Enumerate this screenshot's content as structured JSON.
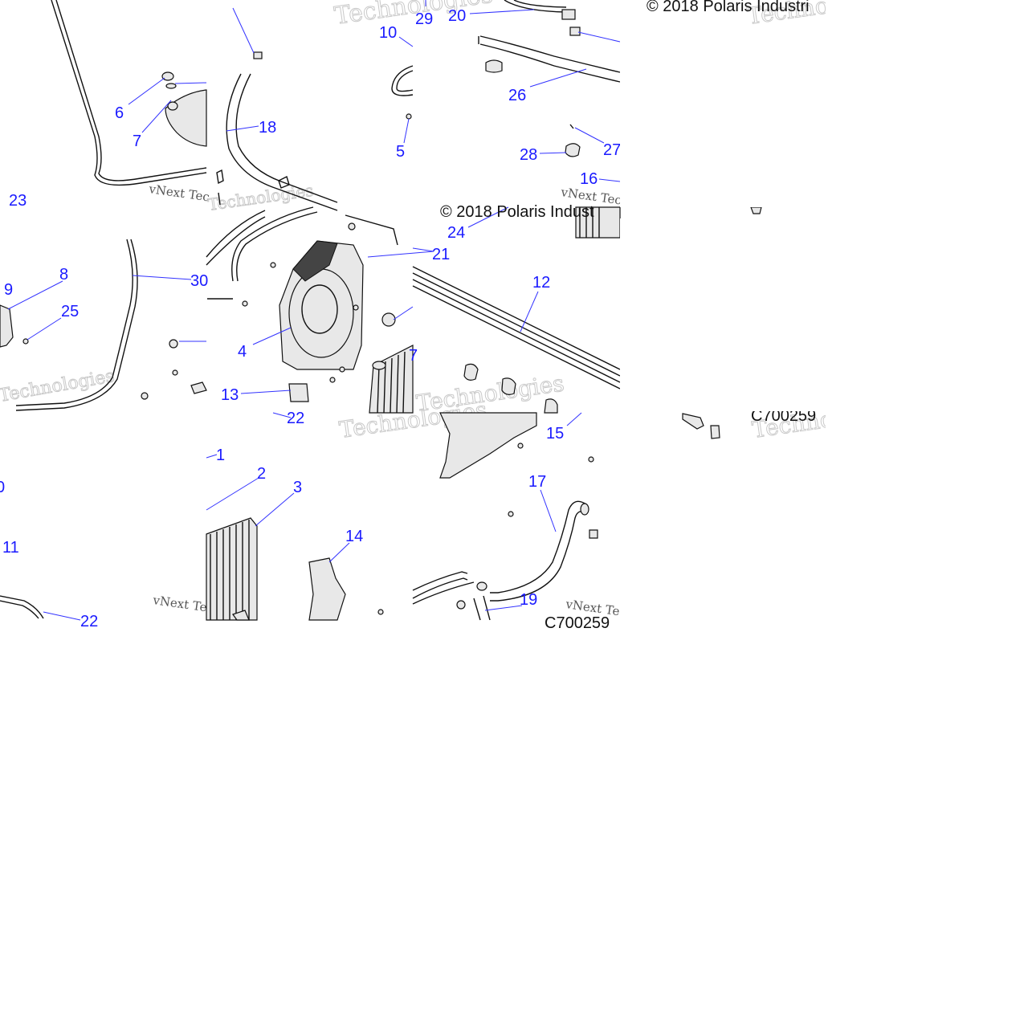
{
  "copyright": "© 2018 Polaris Industri",
  "copyright_partial": "© 2018 Polaris Indust",
  "diagram_code_1": "C700259",
  "diagram_code_2": "C700259",
  "watermark_brand": "vNext Tec",
  "watermark_technologies": "Technologies",
  "callouts": [
    {
      "id": "c29",
      "text": "29"
    },
    {
      "id": "c20",
      "text": "20"
    },
    {
      "id": "c10",
      "text": "10"
    },
    {
      "id": "c6",
      "text": "6"
    },
    {
      "id": "c7",
      "text": "7"
    },
    {
      "id": "c18",
      "text": "18"
    },
    {
      "id": "c5",
      "text": "5"
    },
    {
      "id": "c26",
      "text": "26"
    },
    {
      "id": "c27",
      "text": "27"
    },
    {
      "id": "c28",
      "text": "28"
    },
    {
      "id": "c16",
      "text": "16"
    },
    {
      "id": "c23",
      "text": "23"
    },
    {
      "id": "c24",
      "text": "24"
    },
    {
      "id": "c21",
      "text": "21"
    },
    {
      "id": "c12",
      "text": "12"
    },
    {
      "id": "c9",
      "text": "9"
    },
    {
      "id": "c8",
      "text": "8"
    },
    {
      "id": "c30",
      "text": "30"
    },
    {
      "id": "c25",
      "text": "25"
    },
    {
      "id": "c4",
      "text": "4"
    },
    {
      "id": "c13",
      "text": "13"
    },
    {
      "id": "c22",
      "text": "22"
    },
    {
      "id": "c15",
      "text": "15"
    },
    {
      "id": "c1",
      "text": "1"
    },
    {
      "id": "c0",
      "text": "0"
    },
    {
      "id": "c2",
      "text": "2"
    },
    {
      "id": "c3",
      "text": "3"
    },
    {
      "id": "c11",
      "text": "11"
    },
    {
      "id": "c14",
      "text": "14"
    },
    {
      "id": "c17",
      "text": "17"
    },
    {
      "id": "c19",
      "text": "19"
    },
    {
      "id": "c22b",
      "text": "22"
    },
    {
      "id": "c7b",
      "text": "7"
    }
  ]
}
